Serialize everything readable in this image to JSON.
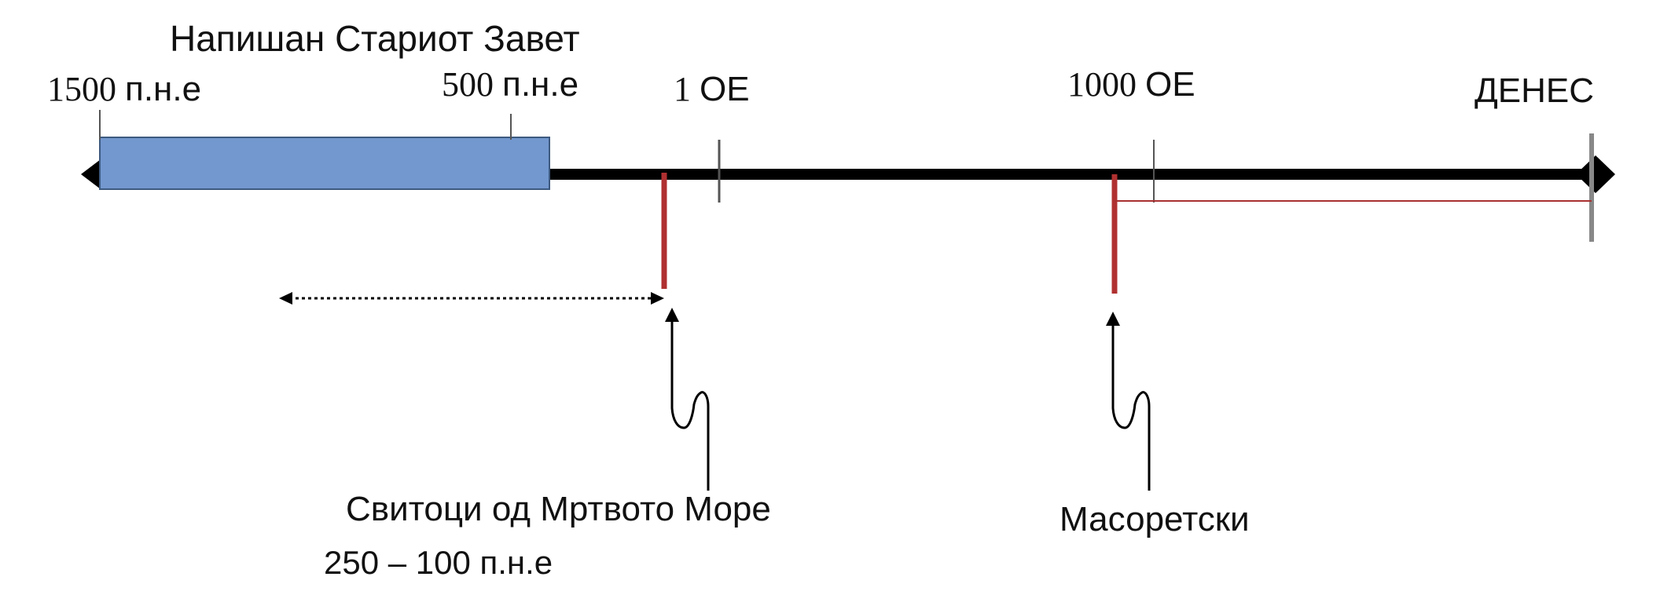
{
  "title": "Напишан Стариот Завет",
  "ticks": {
    "t1500": {
      "num": "1500",
      "unit": "п.н.е"
    },
    "t500": {
      "num": "500",
      "unit": "п.н.е"
    },
    "t1": {
      "num": "1",
      "unit": "ОЕ"
    },
    "t1000": {
      "num": "1000",
      "unit": "ОЕ"
    },
    "today": "ДЕНЕС"
  },
  "events": {
    "dead_sea": {
      "label": "Свитоци од Мртвото Море",
      "dates": "250 – 100 п.н.е"
    },
    "masoretic": {
      "label": "Масоретски"
    }
  },
  "colors": {
    "axis": "#000000",
    "period_fill": "#7398cf",
    "period_stroke": "#3d5a80",
    "event_marker": "#b03030",
    "bracket": "#a83030"
  }
}
